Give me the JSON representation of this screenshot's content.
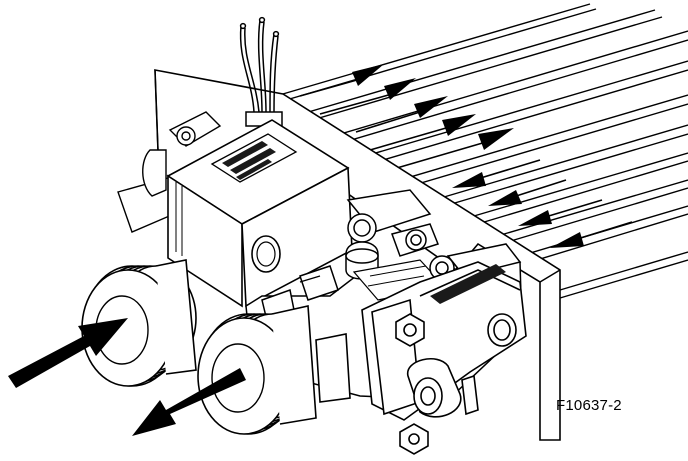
{
  "figure": {
    "id_label": "F10637-2",
    "label_text": "",
    "nameplate_text": ""
  },
  "flow": {
    "inlet_arrow": "thick-arrow-right-icon",
    "outlet_arrow": "thick-arrow-left-icon",
    "tube_arrows_direction": [
      "right",
      "right",
      "right",
      "right",
      "right",
      "left",
      "left",
      "left",
      "left"
    ]
  },
  "colors": {
    "line": "#000000",
    "fill": "#ffffff",
    "shade": "#1a1a1a"
  }
}
